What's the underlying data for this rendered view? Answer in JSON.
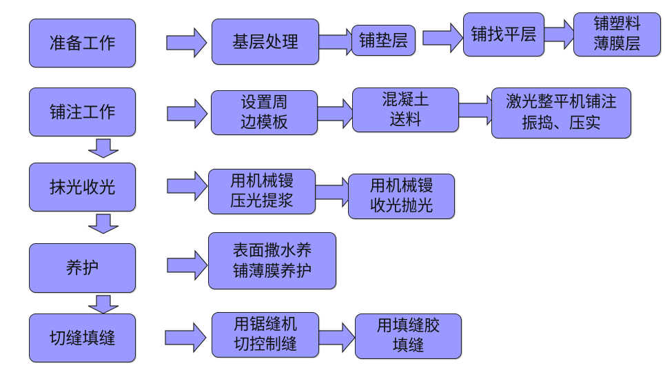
{
  "diagram": {
    "type": "flowchart",
    "fill_color": "#9999ff",
    "stroke_color": "#222222",
    "main_steps": [
      {
        "id": "prep",
        "label": "准备工作"
      },
      {
        "id": "pour",
        "label": "铺注工作"
      },
      {
        "id": "trowel",
        "label": "抹光收光"
      },
      {
        "id": "cure",
        "label": "养护"
      },
      {
        "id": "joint",
        "label": "切缝填缝"
      }
    ],
    "sub_steps": {
      "prep": [
        {
          "label": "基层处理"
        },
        {
          "label": "铺垫层"
        },
        {
          "label": "铺找平层"
        },
        {
          "label": "铺塑料\n薄膜层"
        }
      ],
      "pour": [
        {
          "label": "设置周\n边模板"
        },
        {
          "label": "混凝土\n送料"
        },
        {
          "label": "激光整平机铺注\n振捣、压实"
        }
      ],
      "trowel": [
        {
          "label": "用机械镘\n压光提浆"
        },
        {
          "label": "用机械镘\n收光抛光"
        }
      ],
      "cure": [
        {
          "label": "表面撒水养\n铺薄膜养护"
        }
      ],
      "joint": [
        {
          "label": "用锯缝机\n切控制缝"
        },
        {
          "label": "用填缝胶\n填缝"
        }
      ]
    }
  }
}
